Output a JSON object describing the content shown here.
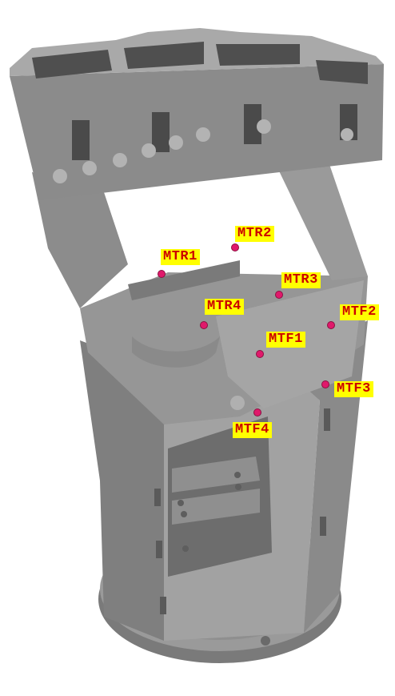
{
  "markers": [
    {
      "id": "mtr1",
      "text": "MTR1"
    },
    {
      "id": "mtr2",
      "text": "MTR2"
    },
    {
      "id": "mtr3",
      "text": "MTR3"
    },
    {
      "id": "mtr4",
      "text": "MTR4"
    },
    {
      "id": "mtf1",
      "text": "MTF1"
    },
    {
      "id": "mtf2",
      "text": "MTF2"
    },
    {
      "id": "mtf3",
      "text": "MTF3"
    },
    {
      "id": "mtf4",
      "text": "MTF4"
    }
  ],
  "colors": {
    "label_background": "#ffff00",
    "label_text": "#cc0000",
    "marker_dot": "#e0196b",
    "part_base": "#8c8c8c"
  }
}
